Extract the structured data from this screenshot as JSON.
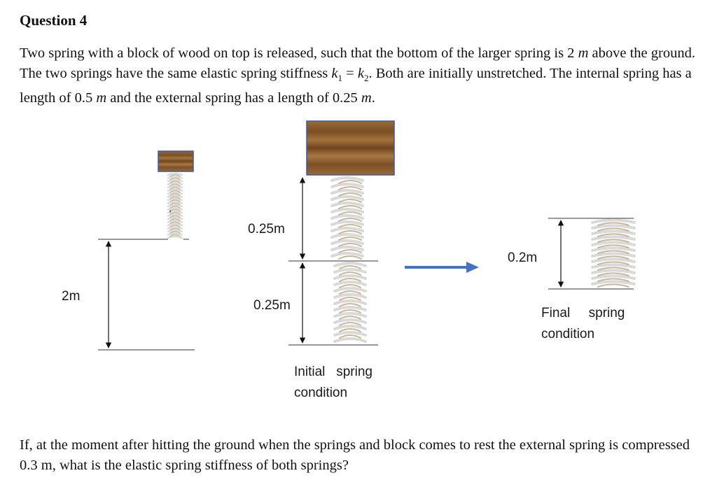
{
  "question": {
    "heading": "Question 4",
    "intro": [
      {
        "t": "Two spring with a block of wood on top is released, such that the bottom of the larger spring is 2 "
      },
      {
        "m": "m"
      },
      {
        "t": " above the ground. The two springs have the same elastic spring stiffness "
      },
      {
        "m": "k"
      },
      {
        "s": "1"
      },
      {
        "t": " = "
      },
      {
        "m": "k"
      },
      {
        "s": "2"
      },
      {
        "t": ". Both are initially unstretched. The internal spring has a length of 0.5 "
      },
      {
        "m": "m"
      },
      {
        "t": " and the external spring has a length of 0.25 "
      },
      {
        "m": "m"
      },
      {
        "t": "."
      }
    ],
    "prompt": "If, at the moment after hitting the ground when the springs and block comes to rest the external spring is compressed 0.3 m, what is the elastic spring stiffness of both springs?"
  },
  "diagram": {
    "height_label": "2m",
    "top_segment_label": "0.25m",
    "bottom_segment_label": "0.25m",
    "final_length_label": "0.2m",
    "initial_caption": [
      "Initial",
      "spring",
      "condition"
    ],
    "final_caption": [
      "Final",
      "spring",
      "condition"
    ],
    "colors": {
      "wood": "#8a5a2b",
      "wood_border": "#3a5aa0",
      "spring_light": "#d9d9d9",
      "spring_tan": "#c8b89a",
      "arrow": "#4472c4"
    }
  }
}
